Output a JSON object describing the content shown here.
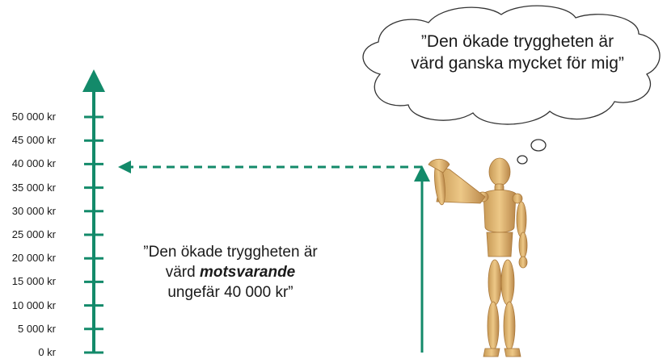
{
  "title_fragment": "",
  "axis": {
    "ticks": [
      "50 000 kr",
      "45 000 kr",
      "40 000 kr",
      "35 000 kr",
      "30 000 kr",
      "25 000 kr",
      "20 000 kr",
      "15 000 kr",
      "10 000 kr",
      "5 000 kr",
      "0 kr"
    ],
    "color": "#138a6a"
  },
  "thought_bubble": {
    "line1": "”Den ökade tryggheten är",
    "line2": "värd ganska mycket för mig”"
  },
  "quote": {
    "line1": "”Den ökade tryggheten är",
    "line2_prefix": "värd ",
    "line2_emphasis": "motsvarande",
    "line3": "ungefär 40 000 kr”"
  },
  "figure": {
    "name": "wooden-mannequin"
  }
}
